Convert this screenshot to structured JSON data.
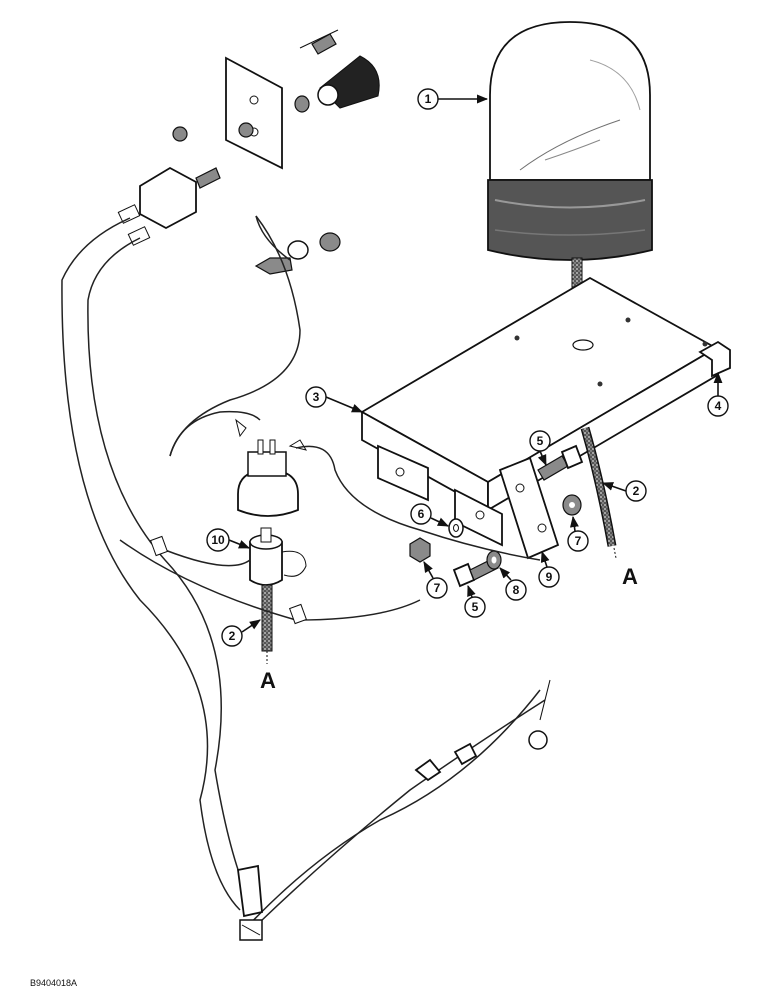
{
  "figure_code": "B9404018A",
  "callouts": {
    "c1": "1",
    "c2a": "2",
    "c2b": "2",
    "c3": "3",
    "c4": "4",
    "c5a": "5",
    "c5b": "5",
    "c6": "6",
    "c7a": "7",
    "c7b": "7",
    "c8": "8",
    "c9": "9",
    "c10": "10"
  },
  "section_labels": {
    "a_left": "A",
    "a_right": "A"
  }
}
